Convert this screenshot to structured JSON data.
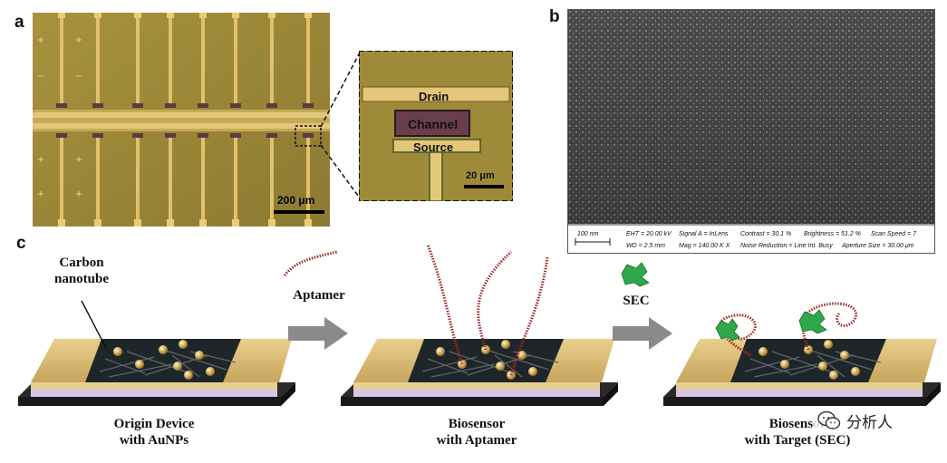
{
  "panels": {
    "a": {
      "letter": "a",
      "scale_main": "200 μm",
      "scale_zoom": "20 μm",
      "zoom_labels": {
        "drain": "Drain",
        "channel": "Channel",
        "source": "Source"
      }
    },
    "b": {
      "letter": "b",
      "sem_scale": "100 nm",
      "sem_row1": [
        "EHT = 20.00 kV",
        "Signal A = InLens",
        "Contrast = 30.1 %",
        "Brightness = 51.2 %",
        "Scan Speed = 7"
      ],
      "sem_row2": [
        "WD = 2.5 mm",
        "Mag = 140.00 K X",
        "Noise Reduction = Line Int. Busy",
        "Aperture Size = 30.00 μm"
      ]
    },
    "c": {
      "letter": "c",
      "carbon_label_1": "Carbon",
      "carbon_label_2": "nanotube",
      "aptamer_label": "Aptamer",
      "sec_label": "SEC",
      "device1_line1": "Origin Device",
      "device1_line2": "with AuNPs",
      "device2_line1": "Biosensor",
      "device2_line2": "with Aptamer",
      "device3_line1": "Biosensor",
      "device3_line2": "with Target (SEC)"
    }
  },
  "watermark": {
    "text": "分析人"
  },
  "colors": {
    "gold": "#d9b86a",
    "substrate": "#2b2b2b",
    "aptamer": "#9b2a2a",
    "protein": "#2ea84a",
    "arrow": "#8a8a8a",
    "micro_bg": "#9a8636"
  }
}
